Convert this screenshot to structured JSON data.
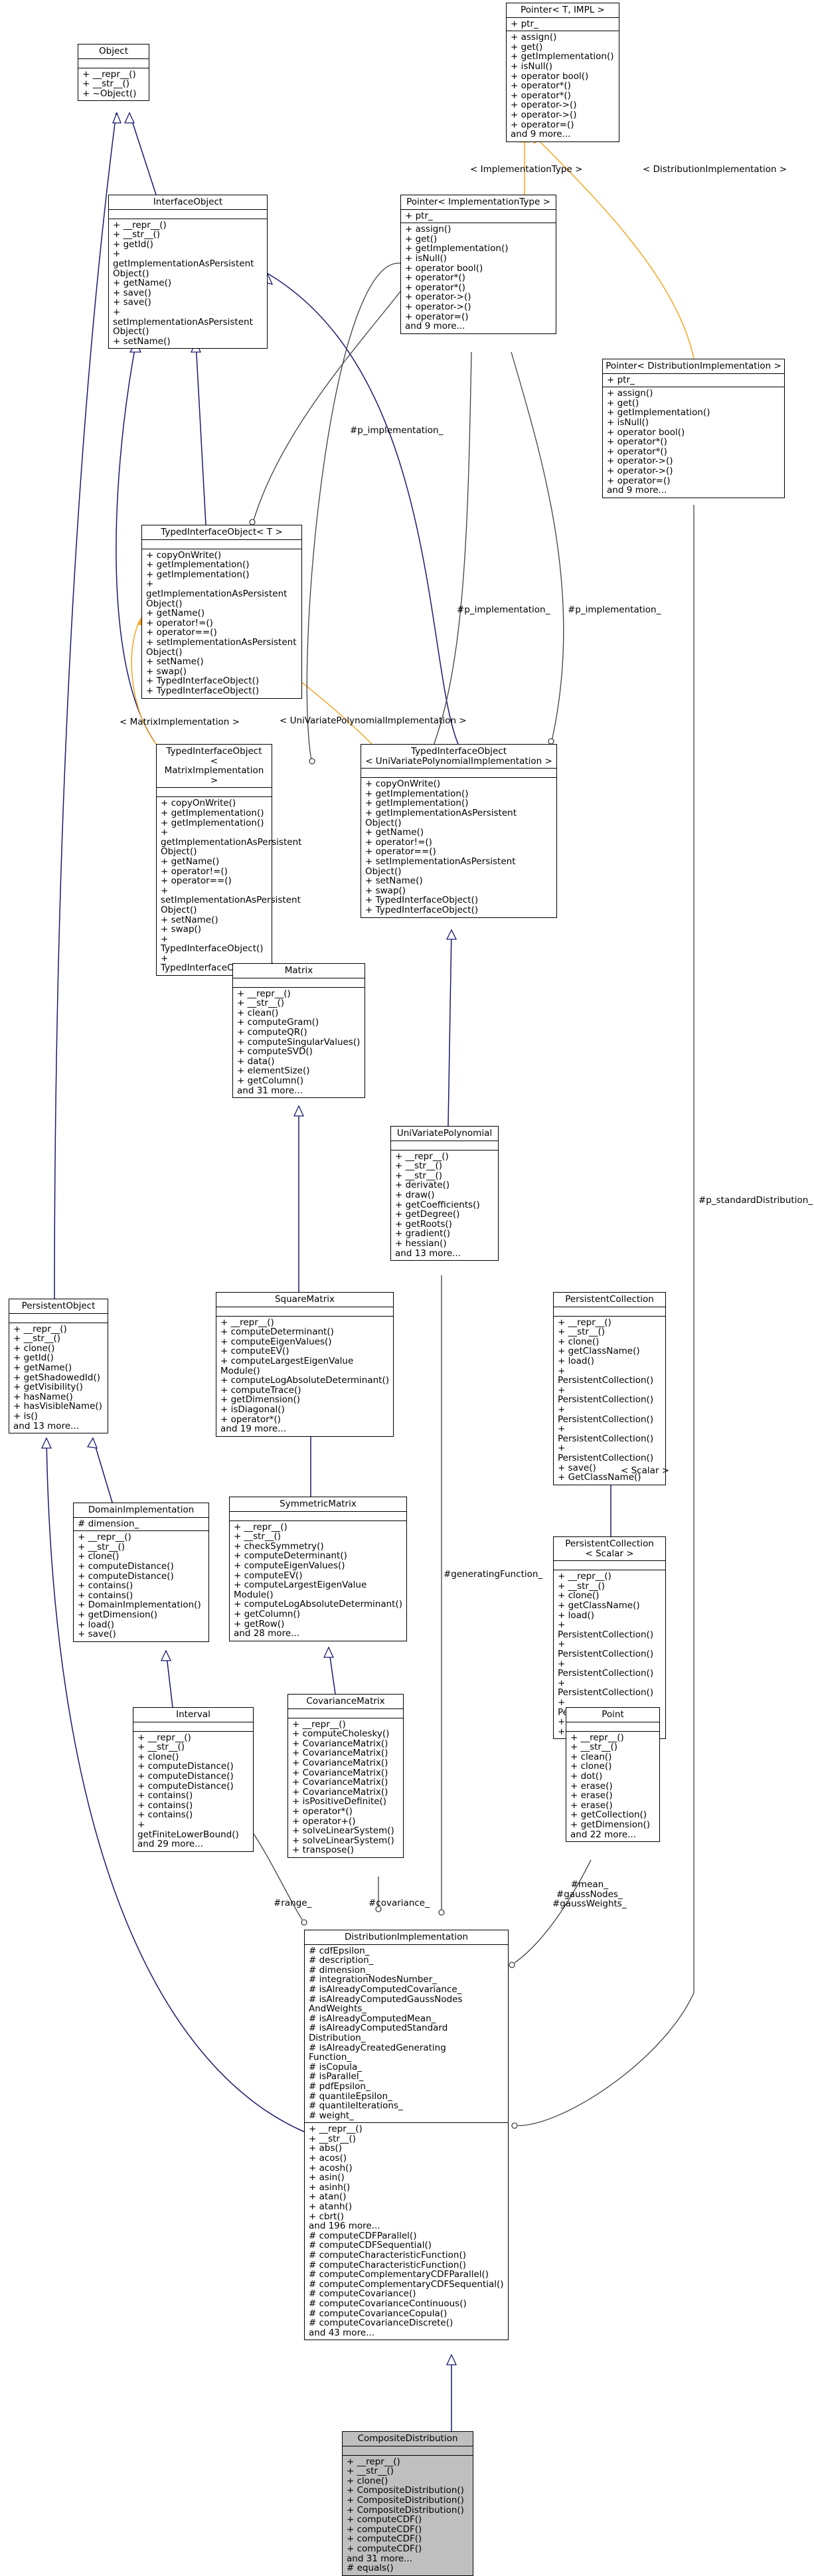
{
  "colors": {
    "inherit": "#191970",
    "usage": "#404040",
    "template": "#f5a623",
    "highlight": "#bfbfbf"
  },
  "nodes": [
    {
      "id": "object",
      "title": "Object",
      "attrs": [],
      "methods": [
        "+ __repr__()",
        "+ __str__()",
        "+ ~Object()"
      ]
    },
    {
      "id": "pointer_t",
      "title": "Pointer< T, IMPL >",
      "attrs": [
        "+ ptr_"
      ],
      "methods": [
        "+ assign()",
        "+ get()",
        "+ getImplementation()",
        "+ isNull()",
        "+ operator bool()",
        "+ operator*()",
        "+ operator*()",
        "+ operator->()",
        "+ operator->()",
        "+ operator=()",
        "and 9 more..."
      ]
    },
    {
      "id": "interface_object",
      "title": "InterfaceObject",
      "attrs": [],
      "methods": [
        "+ __repr__()",
        "+ __str__()",
        "+ getId()",
        "+ getImplementationAsPersistent\nObject()",
        "+ getName()",
        "+ save()",
        "+ save()",
        "+ setImplementationAsPersistent\nObject()",
        "+ setName()"
      ]
    },
    {
      "id": "pointer_impl_type",
      "title": "Pointer< ImplementationType >",
      "attrs": [
        "+ ptr_"
      ],
      "methods": [
        "+ assign()",
        "+ get()",
        "+ getImplementation()",
        "+ isNull()",
        "+ operator bool()",
        "+ operator*()",
        "+ operator*()",
        "+ operator->()",
        "+ operator->()",
        "+ operator=()",
        "and 9 more..."
      ]
    },
    {
      "id": "pointer_dist_impl",
      "title": "Pointer< DistributionImplementation >",
      "attrs": [
        "+ ptr_"
      ],
      "methods": [
        "+ assign()",
        "+ get()",
        "+ getImplementation()",
        "+ isNull()",
        "+ operator bool()",
        "+ operator*()",
        "+ operator*()",
        "+ operator->()",
        "+ operator->()",
        "+ operator=()",
        "and 9 more..."
      ]
    },
    {
      "id": "typed_t",
      "title": "TypedInterfaceObject< T >",
      "attrs": [],
      "methods": [
        "+ copyOnWrite()",
        "+ getImplementation()",
        "+ getImplementation()",
        "+ getImplementationAsPersistent\nObject()",
        "+ getName()",
        "+ operator!=()",
        "+ operator==()",
        "+ setImplementationAsPersistent\nObject()",
        "+ setName()",
        "+ swap()",
        "+ TypedInterfaceObject()",
        "+ TypedInterfaceObject()"
      ]
    },
    {
      "id": "typed_matrix",
      "title": "TypedInterfaceObject\n< MatrixImplementation >",
      "attrs": [],
      "methods": [
        "+ copyOnWrite()",
        "+ getImplementation()",
        "+ getImplementation()",
        "+ getImplementationAsPersistent\nObject()",
        "+ getName()",
        "+ operator!=()",
        "+ operator==()",
        "+ setImplementationAsPersistent\nObject()",
        "+ setName()",
        "+ swap()",
        "+ TypedInterfaceObject()",
        "+ TypedInterfaceObject()"
      ]
    },
    {
      "id": "typed_poly",
      "title": "TypedInterfaceObject\n< UniVariatePolynomialImplementation >",
      "attrs": [],
      "methods": [
        "+ copyOnWrite()",
        "+ getImplementation()",
        "+ getImplementation()",
        "+ getImplementationAsPersistent\nObject()",
        "+ getName()",
        "+ operator!=()",
        "+ operator==()",
        "+ setImplementationAsPersistent\nObject()",
        "+ setName()",
        "+ swap()",
        "+ TypedInterfaceObject()",
        "+ TypedInterfaceObject()"
      ]
    },
    {
      "id": "matrix",
      "title": "Matrix",
      "attrs": [],
      "methods": [
        "+ __repr__()",
        "+ __str__()",
        "+ clean()",
        "+ computeGram()",
        "+ computeQR()",
        "+ computeSingularValues()",
        "+ computeSVD()",
        "+ data()",
        "+ elementSize()",
        "+ getColumn()",
        "and 31 more..."
      ]
    },
    {
      "id": "poly",
      "title": "UniVariatePolynomial",
      "attrs": [],
      "methods": [
        "+ __repr__()",
        "+ __str__()",
        "+ __str__()",
        "+ derivate()",
        "+ draw()",
        "+ getCoefficients()",
        "+ getDegree()",
        "+ getRoots()",
        "+ gradient()",
        "+ hessian()",
        "and 13 more..."
      ]
    },
    {
      "id": "persistent_object",
      "title": "PersistentObject",
      "attrs": [],
      "methods": [
        "+ __repr__()",
        "+ __str__()",
        "+ clone()",
        "+ getId()",
        "+ getName()",
        "+ getShadowedId()",
        "+ getVisibility()",
        "+ hasName()",
        "+ hasVisibleName()",
        "+ is()",
        "and 13 more..."
      ]
    },
    {
      "id": "square_matrix",
      "title": "SquareMatrix",
      "attrs": [],
      "methods": [
        "+ __repr__()",
        "+ computeDeterminant()",
        "+ computeEigenValues()",
        "+ computeEV()",
        "+ computeLargestEigenValue\nModule()",
        "+ computeLogAbsoluteDeterminant()",
        "+ computeTrace()",
        "+ getDimension()",
        "+ isDiagonal()",
        "+ operator*()",
        "and 19 more..."
      ]
    },
    {
      "id": "persistent_collection",
      "title": "PersistentCollection",
      "attrs": [],
      "methods": [
        "+ __repr__()",
        "+ __str__()",
        "+ clone()",
        "+ getClassName()",
        "+ load()",
        "+ PersistentCollection()",
        "+ PersistentCollection()",
        "+ PersistentCollection()",
        "+ PersistentCollection()",
        "+ PersistentCollection()",
        "+ save()",
        "+ GetClassName()"
      ]
    },
    {
      "id": "domain_impl",
      "title": "DomainImplementation",
      "attrs": [
        "# dimension_"
      ],
      "methods": [
        "+ __repr__()",
        "+ __str__()",
        "+ clone()",
        "+ computeDistance()",
        "+ computeDistance()",
        "+ contains()",
        "+ contains()",
        "+ DomainImplementation()",
        "+ getDimension()",
        "+ load()",
        "+ save()"
      ]
    },
    {
      "id": "symmetric_matrix",
      "title": "SymmetricMatrix",
      "attrs": [],
      "methods": [
        "+ __repr__()",
        "+ __str__()",
        "+ checkSymmetry()",
        "+ computeDeterminant()",
        "+ computeEigenValues()",
        "+ computeEV()",
        "+ computeLargestEigenValue\nModule()",
        "+ computeLogAbsoluteDeterminant()",
        "+ getColumn()",
        "+ getRow()",
        "and 28 more..."
      ]
    },
    {
      "id": "persistent_collection_scalar",
      "title": "PersistentCollection\n< Scalar >",
      "attrs": [],
      "methods": [
        "+ __repr__()",
        "+ __str__()",
        "+ clone()",
        "+ getClassName()",
        "+ load()",
        "+ PersistentCollection()",
        "+ PersistentCollection()",
        "+ PersistentCollection()",
        "+ PersistentCollection()",
        "+ PersistentCollection()",
        "+ save()",
        "+ GetClassName()"
      ]
    },
    {
      "id": "interval",
      "title": "Interval",
      "attrs": [],
      "methods": [
        "+ __repr__()",
        "+ __str__()",
        "+ clone()",
        "+ computeDistance()",
        "+ computeDistance()",
        "+ computeDistance()",
        "+ contains()",
        "+ contains()",
        "+ contains()",
        "+ getFiniteLowerBound()",
        "and 29 more..."
      ]
    },
    {
      "id": "covariance_matrix",
      "title": "CovarianceMatrix",
      "attrs": [],
      "methods": [
        "+ __repr__()",
        "+ computeCholesky()",
        "+ CovarianceMatrix()",
        "+ CovarianceMatrix()",
        "+ CovarianceMatrix()",
        "+ CovarianceMatrix()",
        "+ CovarianceMatrix()",
        "+ CovarianceMatrix()",
        "+ isPositiveDefinite()",
        "+ operator*()",
        "+ operator+()",
        "+ solveLinearSystem()",
        "+ solveLinearSystem()",
        "+ transpose()"
      ]
    },
    {
      "id": "point",
      "title": "Point",
      "attrs": [],
      "methods": [
        "+ __repr__()",
        "+ __str__()",
        "+ clean()",
        "+ clone()",
        "+ dot()",
        "+ erase()",
        "+ erase()",
        "+ erase()",
        "+ getCollection()",
        "+ getDimension()",
        "and 22 more..."
      ]
    },
    {
      "id": "dist_impl",
      "title": "DistributionImplementation",
      "attrs": [
        "# cdfEpsilon_",
        "# description_",
        "# dimension_",
        "# integrationNodesNumber_",
        "# isAlreadyComputedCovariance_",
        "# isAlreadyComputedGaussNodes\nAndWeights_",
        "# isAlreadyComputedMean_",
        "# isAlreadyComputedStandard\nDistribution_",
        "# isAlreadyCreatedGenerating\nFunction_",
        "# isCopula_",
        "# isParallel_",
        "# pdfEpsilon_",
        "# quantileEpsilon_",
        "# quantileIterations_",
        "# weight_"
      ],
      "methods": [
        "+ __repr__()",
        "+ __str__()",
        "+ abs()",
        "+ acos()",
        "+ acosh()",
        "+ asin()",
        "+ asinh()",
        "+ atan()",
        "+ atanh()",
        "+ cbrt()",
        "and 196 more...",
        "# computeCDFParallel()",
        "# computeCDFSequential()",
        "# computeCharacteristicFunction()",
        "# computeCharacteristicFunction()",
        "# computeComplementaryCDFParallel()",
        "# computeComplementaryCDFSequential()",
        "# computeCovariance()",
        "# computeCovarianceContinuous()",
        "# computeCovarianceCopula()",
        "# computeCovarianceDiscrete()",
        "and 43 more..."
      ]
    },
    {
      "id": "composite",
      "title": "CompositeDistribution",
      "highlight": true,
      "attrs": [],
      "methods": [
        "+ __repr__()",
        "+ __str__()",
        "+ clone()",
        "+ CompositeDistribution()",
        "+ CompositeDistribution()",
        "+ CompositeDistribution()",
        "+ computeCDF()",
        "+ computeCDF()",
        "+ computeCDF()",
        "+ computeCDF()",
        "and 31 more...",
        "# equals()"
      ]
    }
  ],
  "edge_labels": {
    "impl_type": "< ImplementationType >",
    "dist_impl": "< DistributionImplementation >",
    "p_impl_1": "#p_implementation_",
    "p_impl_2": "#p_implementation_",
    "p_impl_3": "#p_implementation_",
    "matrix_impl": "< MatrixImplementation >",
    "poly_impl": "< UniVariatePolynomialImplementation >",
    "p_standard": "#p_standardDistribution_",
    "generating": "#generatingFunction_",
    "scalar": "< Scalar >",
    "range": "#range_",
    "covariance": "#covariance_",
    "mean": "#mean_\n#gaussNodes_\n#gaussWeights_"
  }
}
